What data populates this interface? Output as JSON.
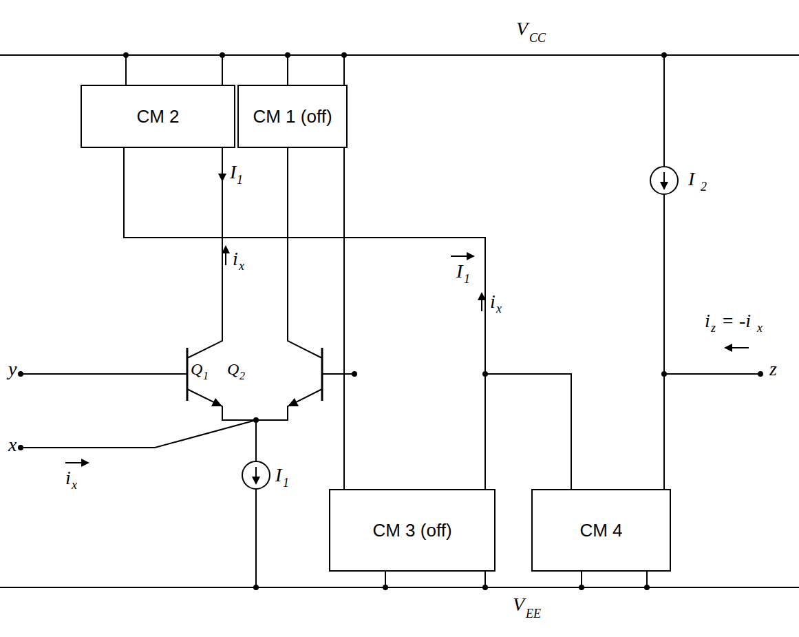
{
  "diagram": {
    "nodes": [
      {
        "text": [
          "CM 2"
        ]
      },
      {
        "text": [
          "CM 1 (off)"
        ]
      },
      {
        "text": [
          "CM 3 (off)"
        ]
      },
      {
        "text": [
          "CM 4"
        ]
      }
    ],
    "edges": [
      {
        "from": 0,
        "to": 2,
        "arrow": "none"
      },
      {
        "from": 1,
        "to": 2,
        "arrow": "none"
      },
      {
        "from": 0,
        "to": 3,
        "arrow": "none"
      }
    ],
    "labels": [
      "V",
      "CC",
      "I",
      "1",
      "i",
      "x",
      "I",
      "1",
      "i",
      "x",
      "y",
      "Q",
      "1",
      "Q",
      "2",
      "x",
      "i",
      "x",
      "I",
      "1",
      "I",
      "2",
      "i",
      "z",
      "= -i",
      "x",
      "z",
      "V",
      "EE"
    ]
  }
}
